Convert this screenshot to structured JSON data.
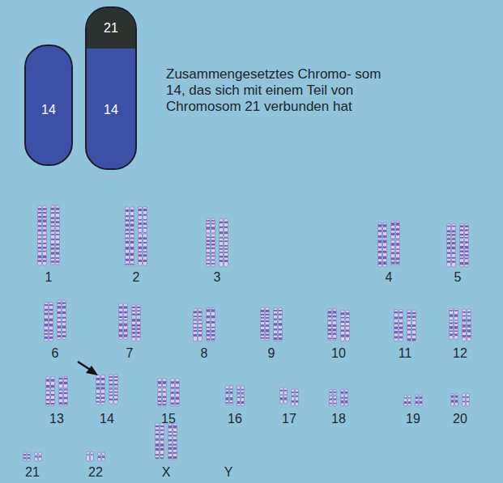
{
  "diagram": {
    "nodes": [
      {
        "text": [
          "14"
        ]
      },
      {
        "text": [
          "14"
        ]
      },
      {
        "text": [
          "21"
        ],
        "in": 1
      }
    ],
    "labels": [
      "Zusammengesetztes Chromo- som 14, das sich mit einem Teil von Chromosom 21 verbunden hat",
      "1",
      "2",
      "3",
      "4",
      "5",
      "6",
      "7",
      "8",
      "9",
      "10",
      "11",
      "12",
      "13",
      "14",
      "15",
      "16",
      "17",
      "18",
      "19",
      "20",
      "21",
      "22",
      "X",
      "Y"
    ]
  }
}
